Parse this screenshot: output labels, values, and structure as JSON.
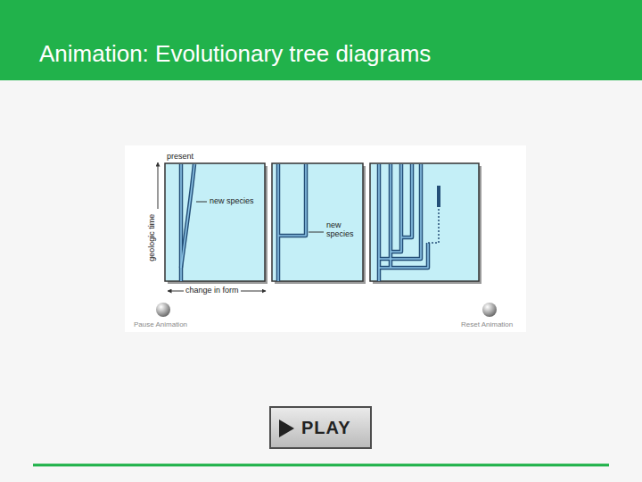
{
  "diagram": {
    "title": "Animation: Evolutionary tree diagrams",
    "nodes": [
      {
        "text": [
          "PLAY"
        ]
      }
    ],
    "labels": [
      "present",
      "new species",
      "geologic time",
      "change in form",
      "new species",
      "Pause Animation",
      "Reset Animation"
    ]
  }
}
